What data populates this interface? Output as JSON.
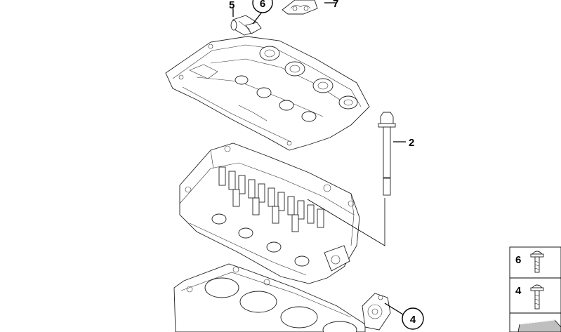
{
  "callouts": {
    "c5": "5",
    "c6": "6",
    "c7": "7",
    "c2": "2",
    "c4": "4"
  },
  "legend": {
    "item_6": "6",
    "item_4": "4"
  }
}
